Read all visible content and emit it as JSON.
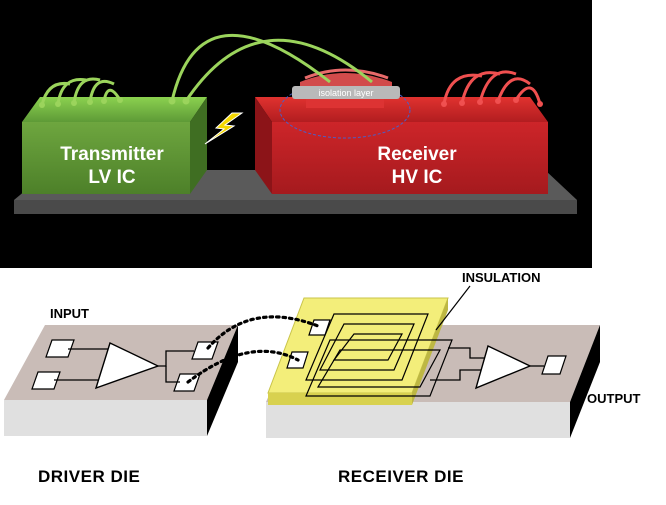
{
  "top_panel": {
    "transmitter": {
      "line1": "Transmitter",
      "line2": "LV IC"
    },
    "receiver": {
      "line1": "Receiver",
      "line2": "HV IC"
    },
    "isolation": "isolation layer"
  },
  "bottom_panel": {
    "input": "INPUT",
    "insulation": "INSULATION",
    "output": "OUTPUT",
    "driver_die": "DRIVER DIE",
    "receiver_die": "RECEIVER DIE"
  },
  "colors": {
    "background_top": "#000000",
    "transmitter_green": "#5f9a36",
    "receiver_red": "#c82227",
    "lightning_yellow": "#f5d800",
    "insulation_yellow": "#f3ee7a"
  },
  "icons": [
    "lightning-bolt-icon",
    "amplifier-triangle-icon"
  ]
}
